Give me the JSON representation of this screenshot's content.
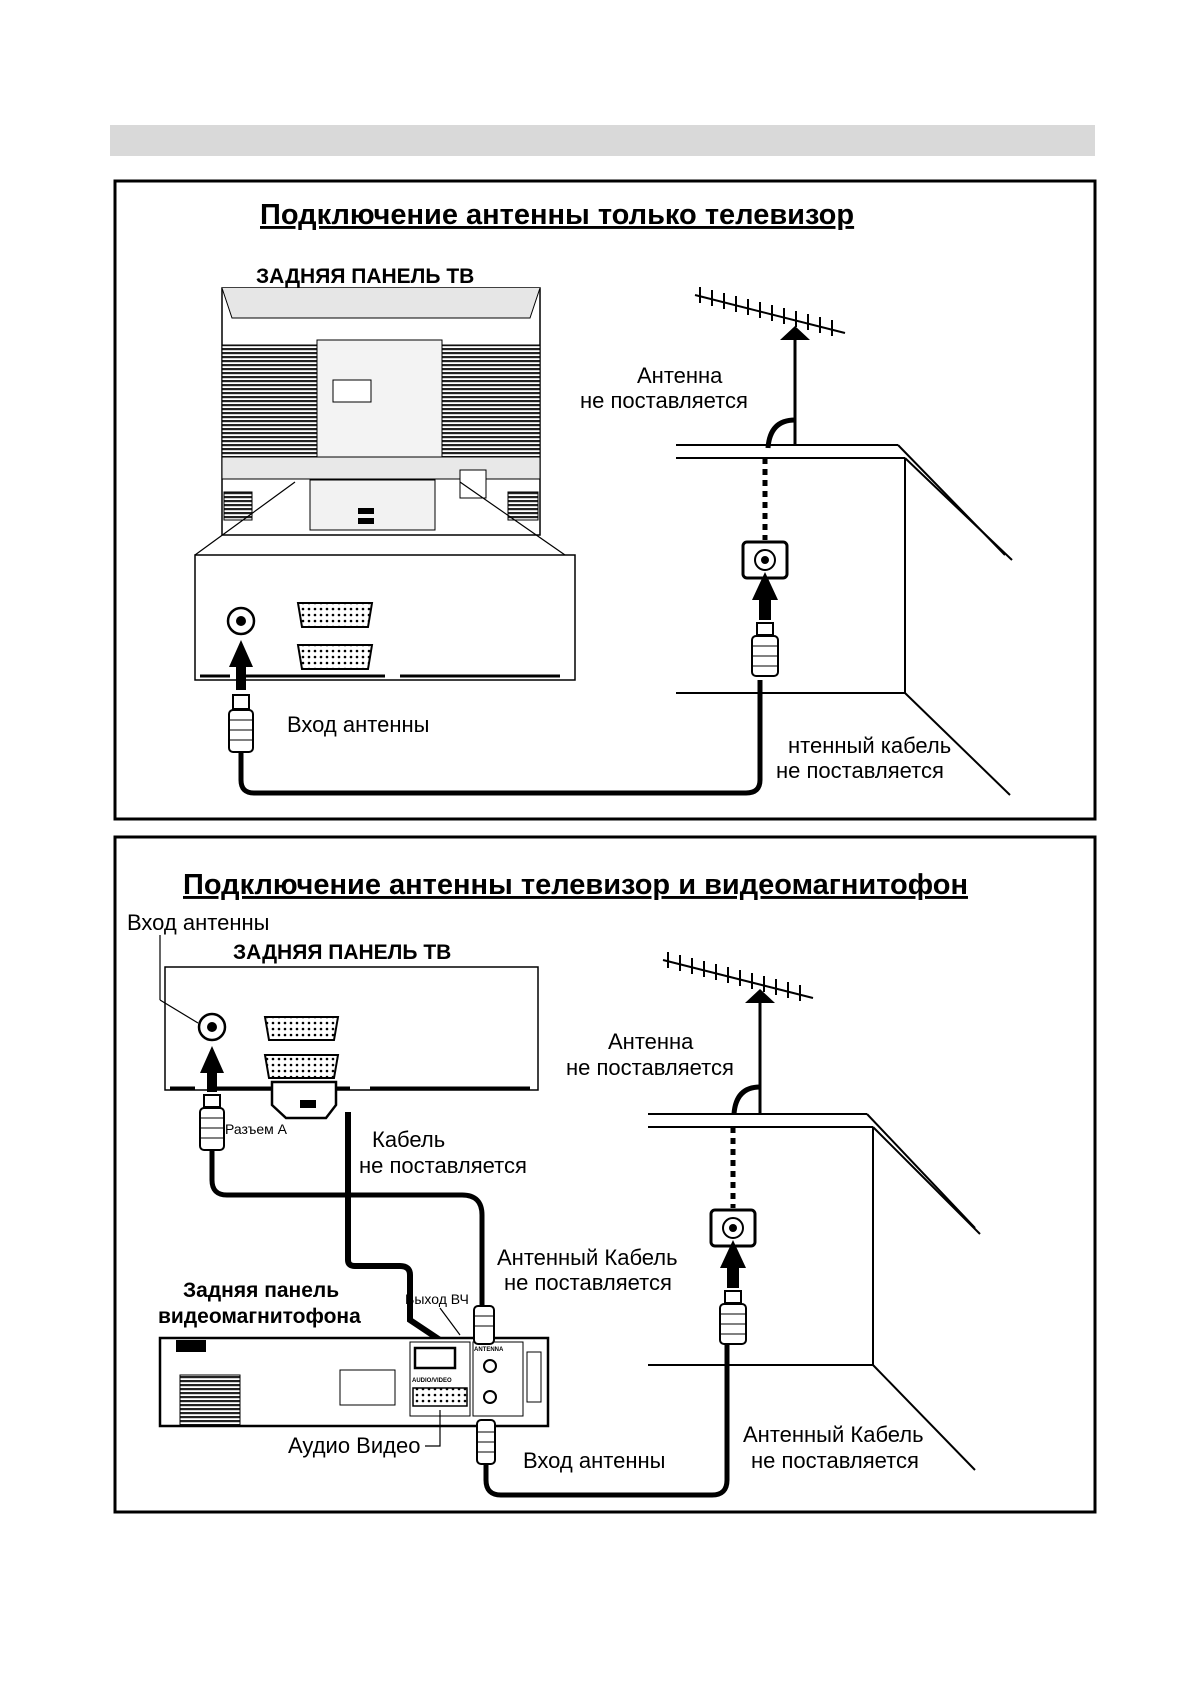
{
  "section1": {
    "title": "Подключение антенны  только телевизор",
    "tv_back_label": "ЗАДНЯЯ ПАНЕЛЬ ТВ",
    "antenna_line1": "Антенна",
    "antenna_line2": "не поставляется",
    "antenna_input": "Вход  антенны",
    "cable_line1": "нтенный кабель",
    "cable_line2": "не поставляется"
  },
  "section2": {
    "title": "Подключение антенны   телевизор и видеомагнитофон",
    "antenna_input_top": "Вход  антенны",
    "tv_back_label": "ЗАДНЯЯ ПАНЕЛЬ ТВ",
    "antenna_line1": "Антенна",
    "antenna_line2": "не поставляется",
    "connector_a": "Разъем А",
    "cable_line1": "Кабель",
    "cable_line2": "не поставляется",
    "antenna_cable1_line1": "Антенный Кабель",
    "antenna_cable1_line2": "не поставляется",
    "vcr_back_line1": "Задняя панель",
    "vcr_back_line2": "видеомагнитофона",
    "rf_out": "Выход ВЧ",
    "audio_video": "Аудио Видео",
    "antenna_input_bottom": "Вход  антенны",
    "antenna_cable2_line1": "Антенный Кабель",
    "antenna_cable2_line2": "не поставляется",
    "vcr_panel_audio_video": "AUDIO/VIDEO",
    "vcr_panel_antenna": "ANTENNA"
  }
}
